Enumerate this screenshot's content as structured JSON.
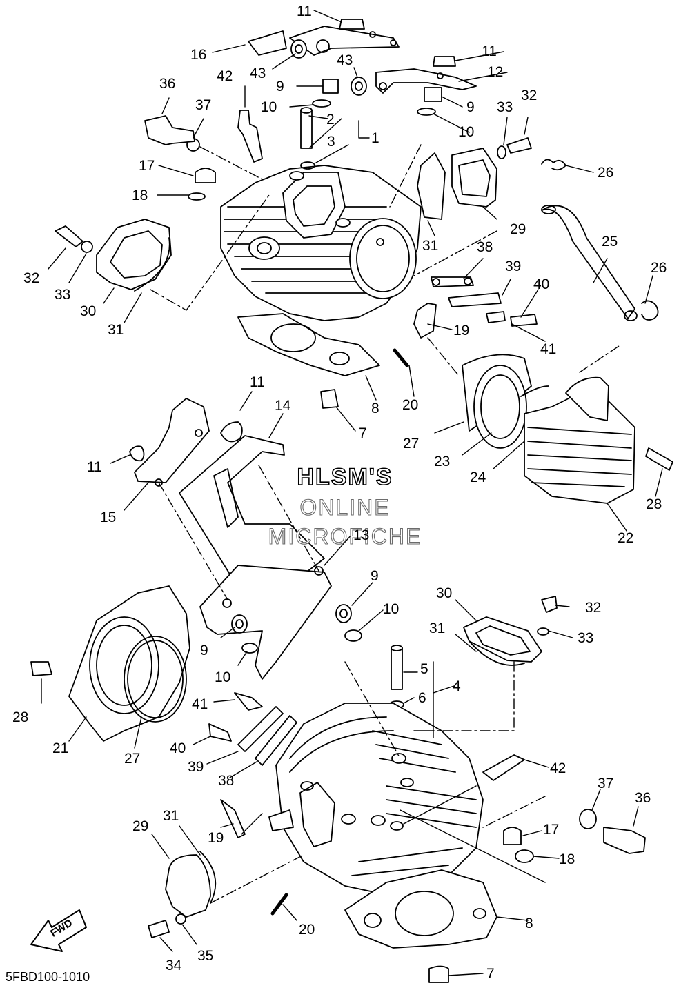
{
  "watermark": {
    "line1": "HLSM'S",
    "line2": "ONLINE",
    "line3": "MICROFICHE"
  },
  "drawing_code": "5FBD100-1010",
  "fwd_arrow_label": "FWD",
  "callouts": [
    "11",
    "16",
    "43",
    "43",
    "11",
    "12",
    "36",
    "42",
    "9",
    "10",
    "9",
    "37",
    "2",
    "3",
    "1",
    "10",
    "33",
    "32",
    "26",
    "17",
    "18",
    "29",
    "32",
    "31",
    "25",
    "38",
    "26",
    "33",
    "30",
    "39",
    "40",
    "31",
    "19",
    "41",
    "11",
    "14",
    "20",
    "8",
    "27",
    "7",
    "23",
    "11",
    "28",
    "24",
    "15",
    "22",
    "13",
    "9",
    "10",
    "30",
    "9",
    "10",
    "31",
    "32",
    "33",
    "28",
    "5",
    "4",
    "6",
    "41",
    "21",
    "27",
    "40",
    "39",
    "42",
    "38",
    "37",
    "36",
    "29",
    "31",
    "17",
    "19",
    "18",
    "8",
    "20",
    "34",
    "35",
    "7"
  ],
  "icons": [
    "fwd-arrow-icon"
  ]
}
